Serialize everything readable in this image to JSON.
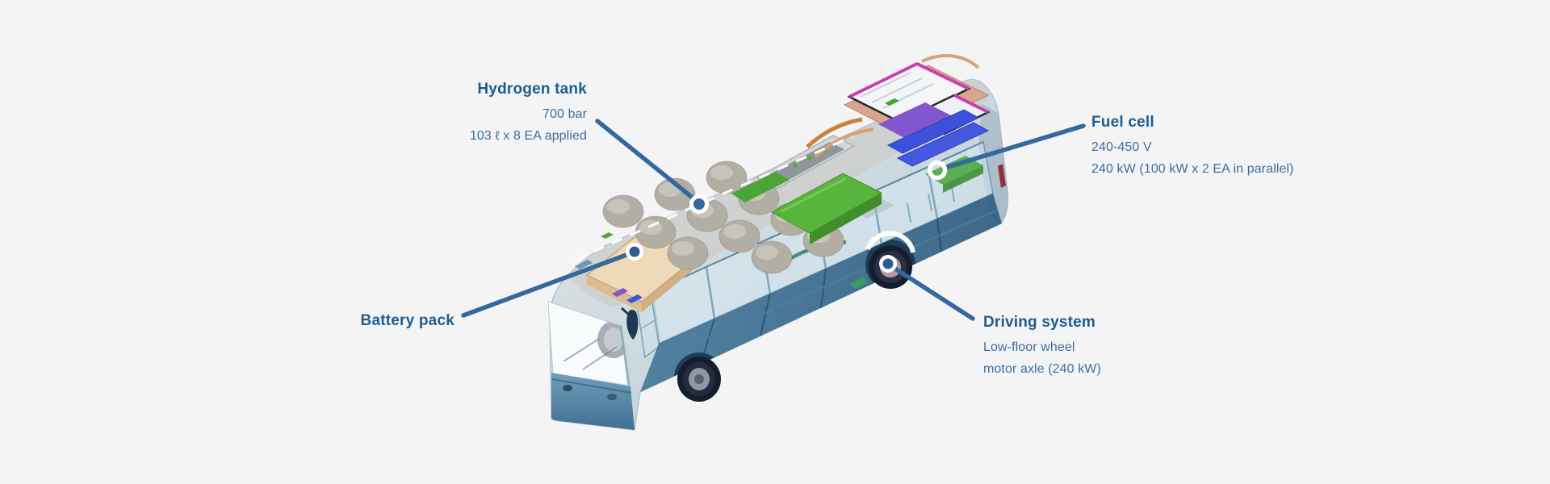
{
  "page": {
    "background_color": "#f4f4f5",
    "subject": "Hydrogen fuel cell electric bus cutaway infographic"
  },
  "colors": {
    "annotation_title": "#1c5d92",
    "annotation_body": "#3c6e9f",
    "leader_line": "#35689c",
    "marker_ring": "#ffffff",
    "bus_body_blue": "#33678c",
    "hvac_green": "#58b43c",
    "fuel_cell_purple": "#8257cd",
    "fuel_cell_magenta": "#c73fb4",
    "battery_tan": "#eed9b8",
    "tank_gray": "#b3aea4"
  },
  "annotations": {
    "hydrogen_tank": {
      "title": "Hydrogen tank",
      "lines": [
        "700 bar",
        "103 ℓ x 8 EA applied"
      ]
    },
    "fuel_cell": {
      "title": "Fuel cell",
      "lines": [
        "240-450 V",
        "240 kW (100 kW x 2 EA in parallel)"
      ]
    },
    "battery_pack": {
      "title": "Battery pack",
      "lines": []
    },
    "driving_system": {
      "title": "Driving system",
      "lines": [
        "Low-floor wheel",
        "motor axle (240 kW)"
      ]
    }
  }
}
